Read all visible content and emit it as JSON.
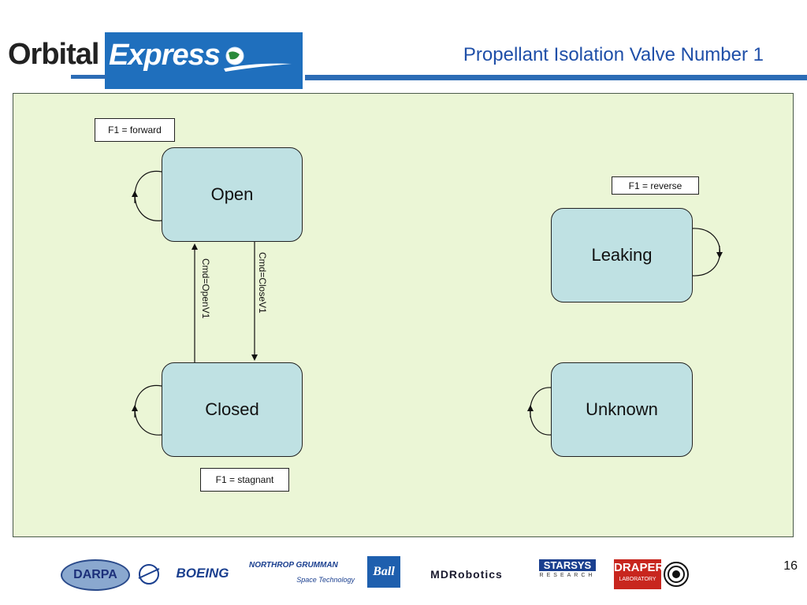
{
  "header": {
    "logo_part1": "Orbital",
    "logo_part2": "Express",
    "title": "Propellant Isolation Valve Number 1"
  },
  "diagram": {
    "states": {
      "open": "Open",
      "closed": "Closed",
      "leaking": "Leaking",
      "unknown": "Unknown"
    },
    "notes": {
      "forward": "F1 = forward",
      "reverse": "F1 = reverse",
      "stagnant": "F1 = stagnant"
    },
    "transitions": {
      "close": "Cmd=CloseV1",
      "open": "Cmd=OpenV1"
    },
    "colors": {
      "panel": "#ebf6d6",
      "state_fill": "#bfe1e3"
    }
  },
  "footer": {
    "sponsors": {
      "darpa": "DARPA",
      "boeing": "BOEING",
      "northrop": "NORTHROP GRUMMAN",
      "northrop_sub": "Space Technology",
      "ball": "Ball",
      "mdr": "MDRobotics",
      "starsys": "STARSYS",
      "starsys_sub": "RESEARCH",
      "draper": "DRAPER",
      "draper_sub": "LABORATORY"
    },
    "page_number": "16"
  }
}
